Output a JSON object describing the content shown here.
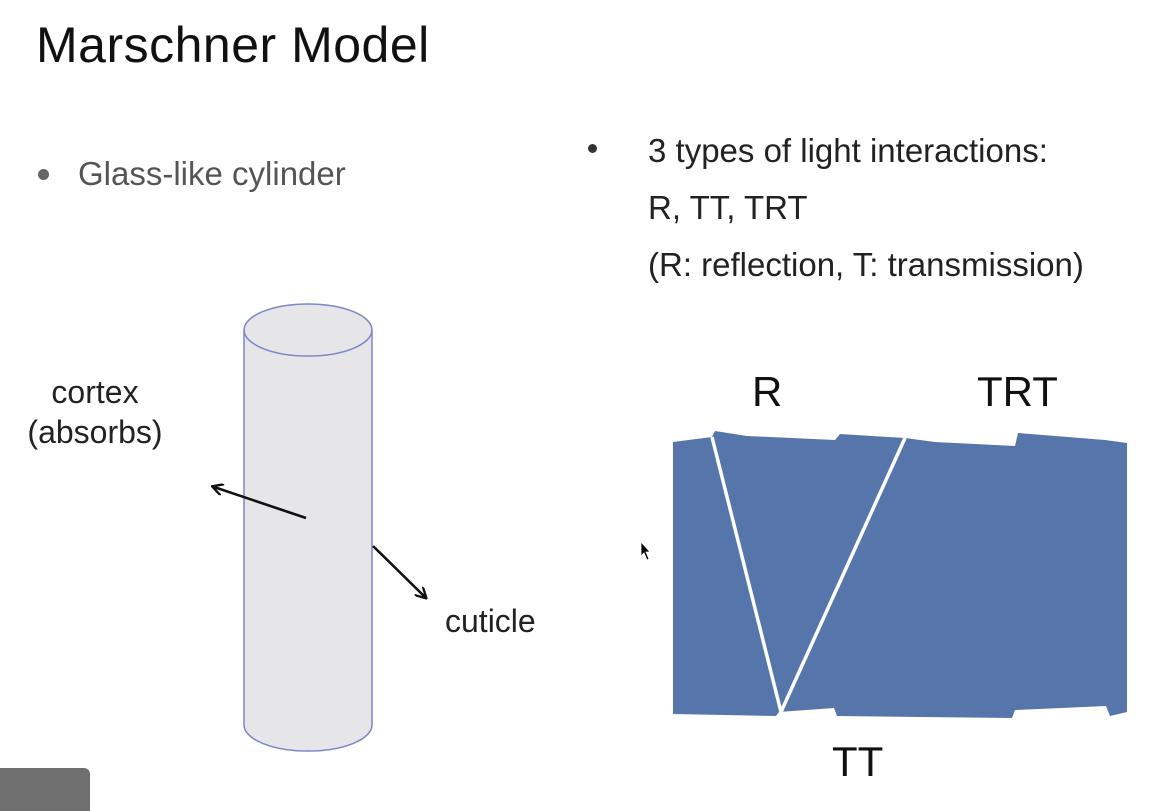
{
  "slide": {
    "title": "Marschner Model",
    "left_bullet": "Glass-like cylinder",
    "right_bullet": {
      "lines": [
        "3 types of light interactions:",
        "R, TT, TRT",
        "(R: reflection, T: transmission)"
      ]
    }
  },
  "cylinder_figure": {
    "labels": {
      "cortex_line1": "cortex",
      "cortex_line2": "(absorbs)",
      "cuticle": "cuticle"
    }
  },
  "hair_figure": {
    "labels": {
      "r": "R",
      "trt": "TRT",
      "tt": "TT"
    }
  },
  "colors": {
    "cylinder_fill": "#e6e6e9",
    "cylinder_stroke": "#7b86c8",
    "hair_fill": "#5675ab",
    "ray": "#ffffff",
    "arrow": "#111111"
  }
}
